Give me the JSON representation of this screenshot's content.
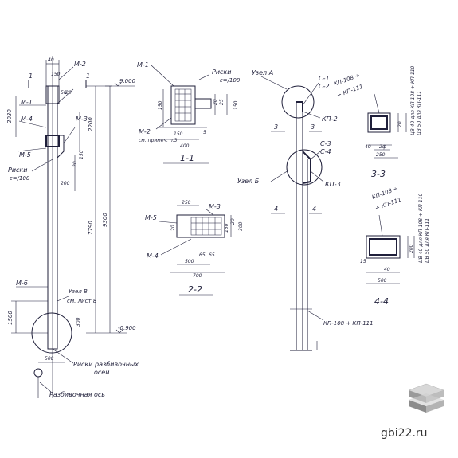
{
  "column": {
    "labels": {
      "m2": "М-2",
      "m1": "М-1",
      "m4": "М-4",
      "m3": "М-3",
      "m5": "М-5",
      "m6": "М-6",
      "riski": "Риски",
      "riski_step": "ε=/100",
      "uzel_v": "Узел В",
      "sm_list": "см. лист 8",
      "riski_osi": "Риски разбивочных",
      "osei": "осей",
      "razb_os": "Разбивочная ось",
      "mark_top": "9.000",
      "mark_bottom": "-0.900",
      "cut": "1"
    },
    "dims": {
      "d40": "40",
      "d150": "150",
      "d50": "50",
      "d20": "20",
      "d2030": "2030",
      "d200": "200",
      "d2200": "2200",
      "d7790": "7790",
      "d9300": "9300",
      "d1500": "1500",
      "d500": "500",
      "d300": "300",
      "d150b": "150",
      "d20v": "20"
    }
  },
  "section_1_1": {
    "title": "1-1",
    "labels": {
      "m1": "М-1",
      "m2": "М-2",
      "m2_note": "см. примеч. п.3",
      "riski": "Риски",
      "riski_step": "ε=/100"
    },
    "dims": {
      "d400": "400",
      "d150": "150",
      "d5": "5",
      "d20": "20",
      "d25": "25",
      "d150b": "150",
      "d150c": "150"
    }
  },
  "section_2_2": {
    "title": "2-2",
    "labels": {
      "m5": "М-5",
      "m3": "М-3",
      "m4": "М-4"
    },
    "dims": {
      "d250": "250",
      "d300": "300",
      "d500": "500",
      "d65a": "65",
      "d65b": "65",
      "d700": "700",
      "d150": "150",
      "d20": "20",
      "d20b": "20"
    }
  },
  "middle": {
    "labels": {
      "uzel_a": "Узел А",
      "c1": "С-1",
      "c2": "С-2",
      "kp2": "КП-2",
      "c3": "С-3",
      "c4": "С-4",
      "uzel_b": "Узел Б",
      "kp3": "КП-3",
      "kp_bottom": "КП-108 + КП-111",
      "cut3": "3",
      "cut4": "4"
    }
  },
  "section_3_3": {
    "title": "3-3",
    "labels": {
      "top": "КП-108 ÷",
      "top2": "÷ КП-111",
      "side": "ЦВ 40 для КП-108 ÷ КП-110",
      "side2": "ЦВ 50 для КП-111"
    },
    "dims": {
      "d2u": "2ф",
      "d40": "40",
      "d250": "250",
      "d20": "20"
    }
  },
  "section_4_4": {
    "title": "4-4",
    "labels": {
      "top": "КП-108 ÷",
      "top2": "÷ КП-111",
      "side": "ЦВ 40 для КП-108 ÷ КП-110",
      "side2": "ЦВ 50 для КП-111"
    },
    "dims": {
      "d15": "15",
      "d40": "40",
      "d500": "500",
      "d200": "200"
    }
  },
  "site": {
    "name": "gbi22.ru"
  }
}
